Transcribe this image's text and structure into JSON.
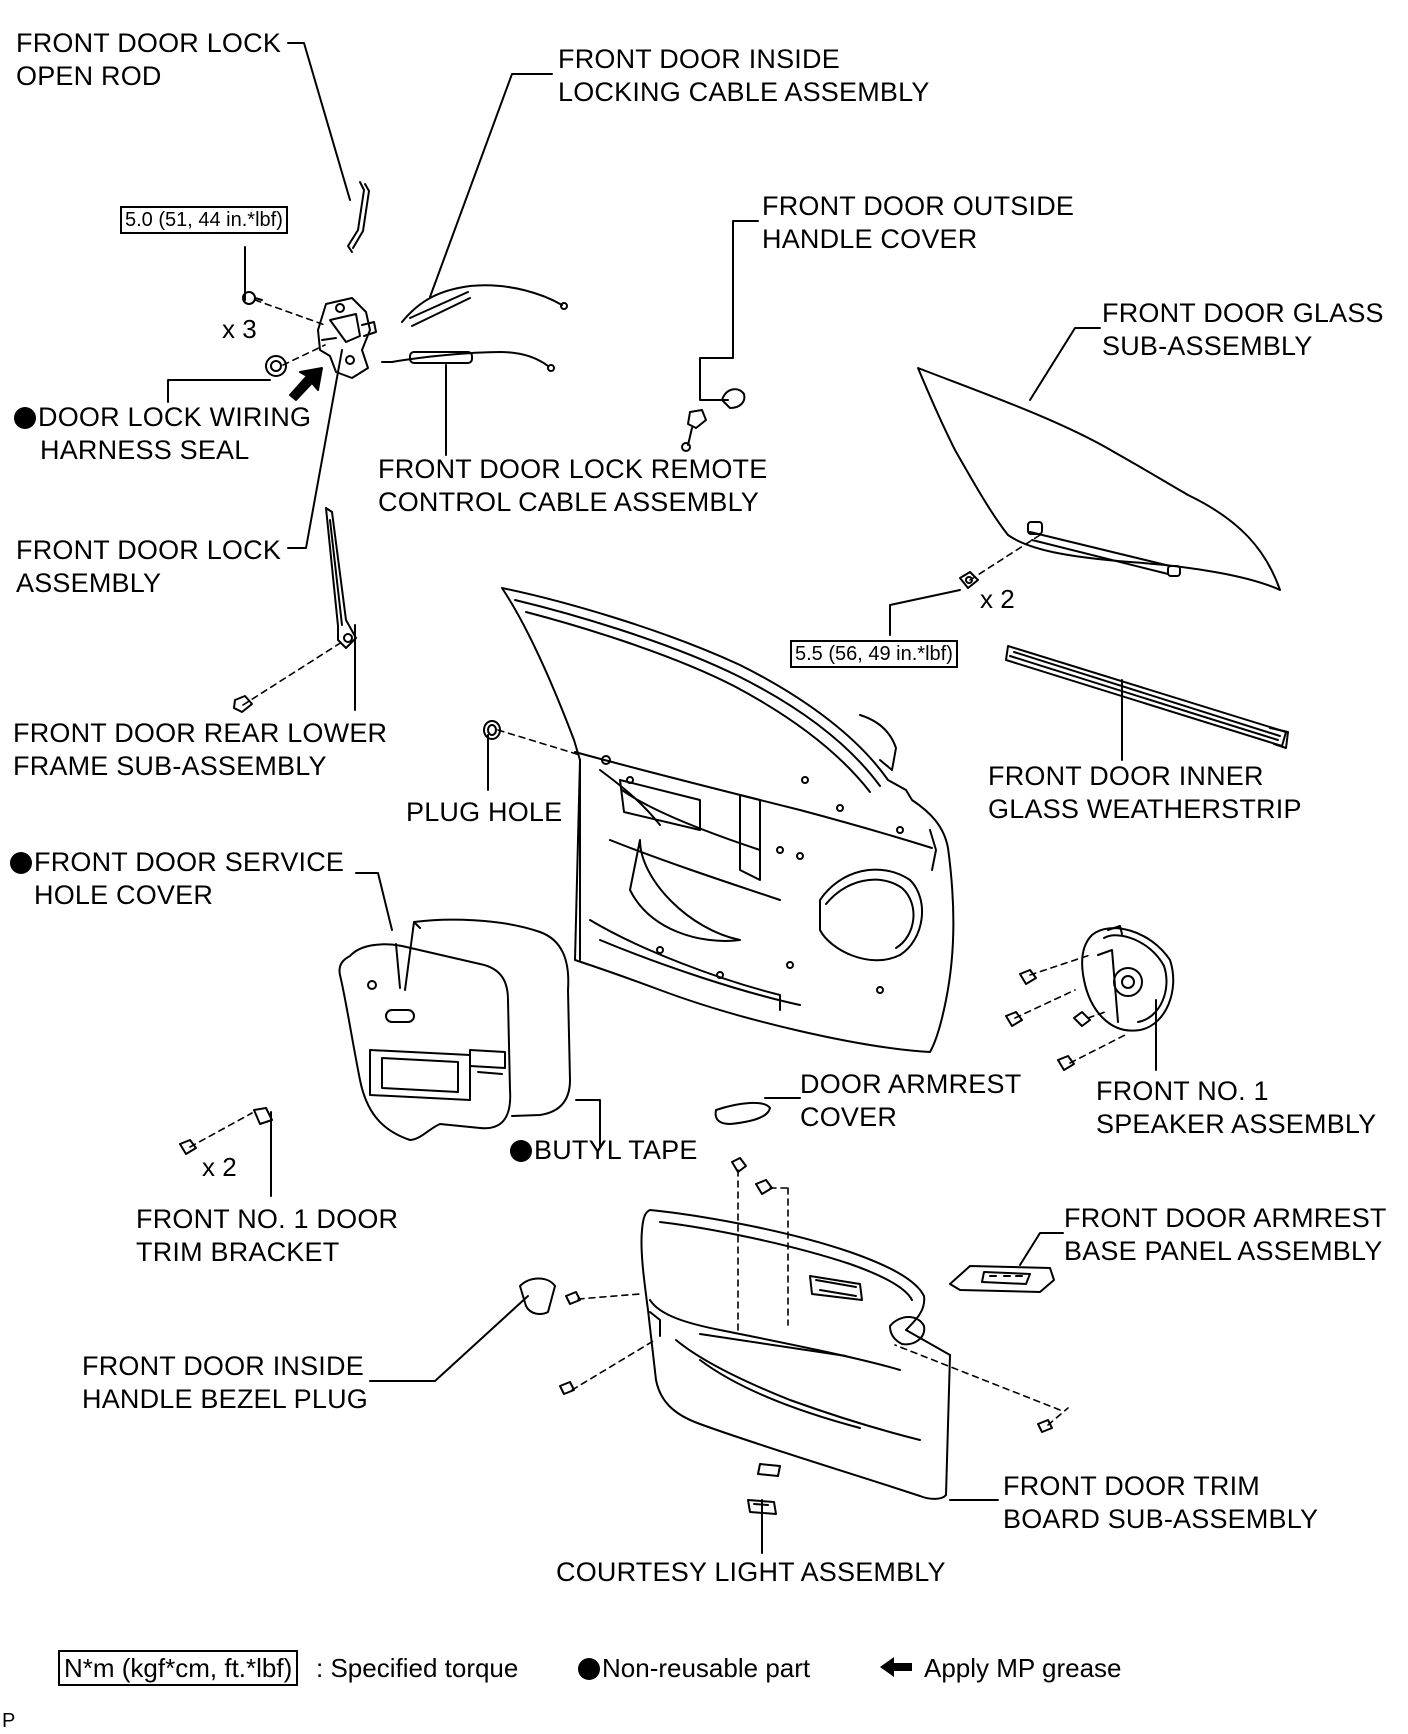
{
  "labels": {
    "lock_open_rod": [
      "FRONT DOOR LOCK",
      "OPEN ROD"
    ],
    "inside_locking_cable": [
      "FRONT DOOR INSIDE",
      "LOCKING CABLE ASSEMBLY"
    ],
    "outside_handle_cover": [
      "FRONT DOOR OUTSIDE",
      "HANDLE COVER"
    ],
    "glass_sub_assembly": [
      "FRONT DOOR GLASS",
      "SUB-ASSEMBLY"
    ],
    "wiring_harness_seal": [
      "DOOR LOCK WIRING",
      "HARNESS SEAL"
    ],
    "remote_control_cable": [
      "FRONT DOOR LOCK REMOTE",
      "CONTROL CABLE ASSEMBLY"
    ],
    "lock_assembly": [
      "FRONT DOOR LOCK",
      "ASSEMBLY"
    ],
    "rear_lower_frame": [
      "FRONT DOOR REAR LOWER",
      "FRAME SUB-ASSEMBLY"
    ],
    "plug_hole": [
      "PLUG HOLE"
    ],
    "inner_glass_weatherstrip": [
      "FRONT DOOR INNER",
      "GLASS WEATHERSTRIP"
    ],
    "service_hole_cover": [
      "FRONT DOOR SERVICE",
      "HOLE COVER"
    ],
    "armrest_cover": [
      "DOOR ARMREST",
      "COVER"
    ],
    "speaker_assembly": [
      "FRONT NO. 1",
      "SPEAKER ASSEMBLY"
    ],
    "butyl_tape": [
      "BUTYL TAPE"
    ],
    "door_trim_bracket": [
      "FRONT NO. 1 DOOR",
      "TRIM BRACKET"
    ],
    "armrest_base_panel": [
      "FRONT DOOR ARMREST",
      "BASE PANEL ASSEMBLY"
    ],
    "inside_handle_bezel_plug": [
      "FRONT DOOR INSIDE",
      "HANDLE BEZEL PLUG"
    ],
    "trim_board": [
      "FRONT DOOR TRIM",
      "BOARD SUB-ASSEMBLY"
    ],
    "courtesy_light": [
      "COURTESY LIGHT ASSEMBLY"
    ]
  },
  "torques": {
    "lock_screws": "5.0 (51, 44 in.*lbf)",
    "glass_bolts": "5.5 (56, 49 in.*lbf)"
  },
  "quantities": {
    "lock_screws": "x 3",
    "glass_bolts": "x 2",
    "bracket_screws": "x 2"
  },
  "legend": {
    "torque_unit": "N*m (kgf*cm, ft.*lbf)",
    "torque_desc": ": Specified torque",
    "nonreusable_desc": "Non-reusable part",
    "grease_desc": "Apply MP grease"
  },
  "code": "P",
  "colors": {
    "line": "#000000",
    "background": "#ffffff"
  },
  "icons": [
    "filled-circle-icon",
    "grease-arrow-icon"
  ]
}
